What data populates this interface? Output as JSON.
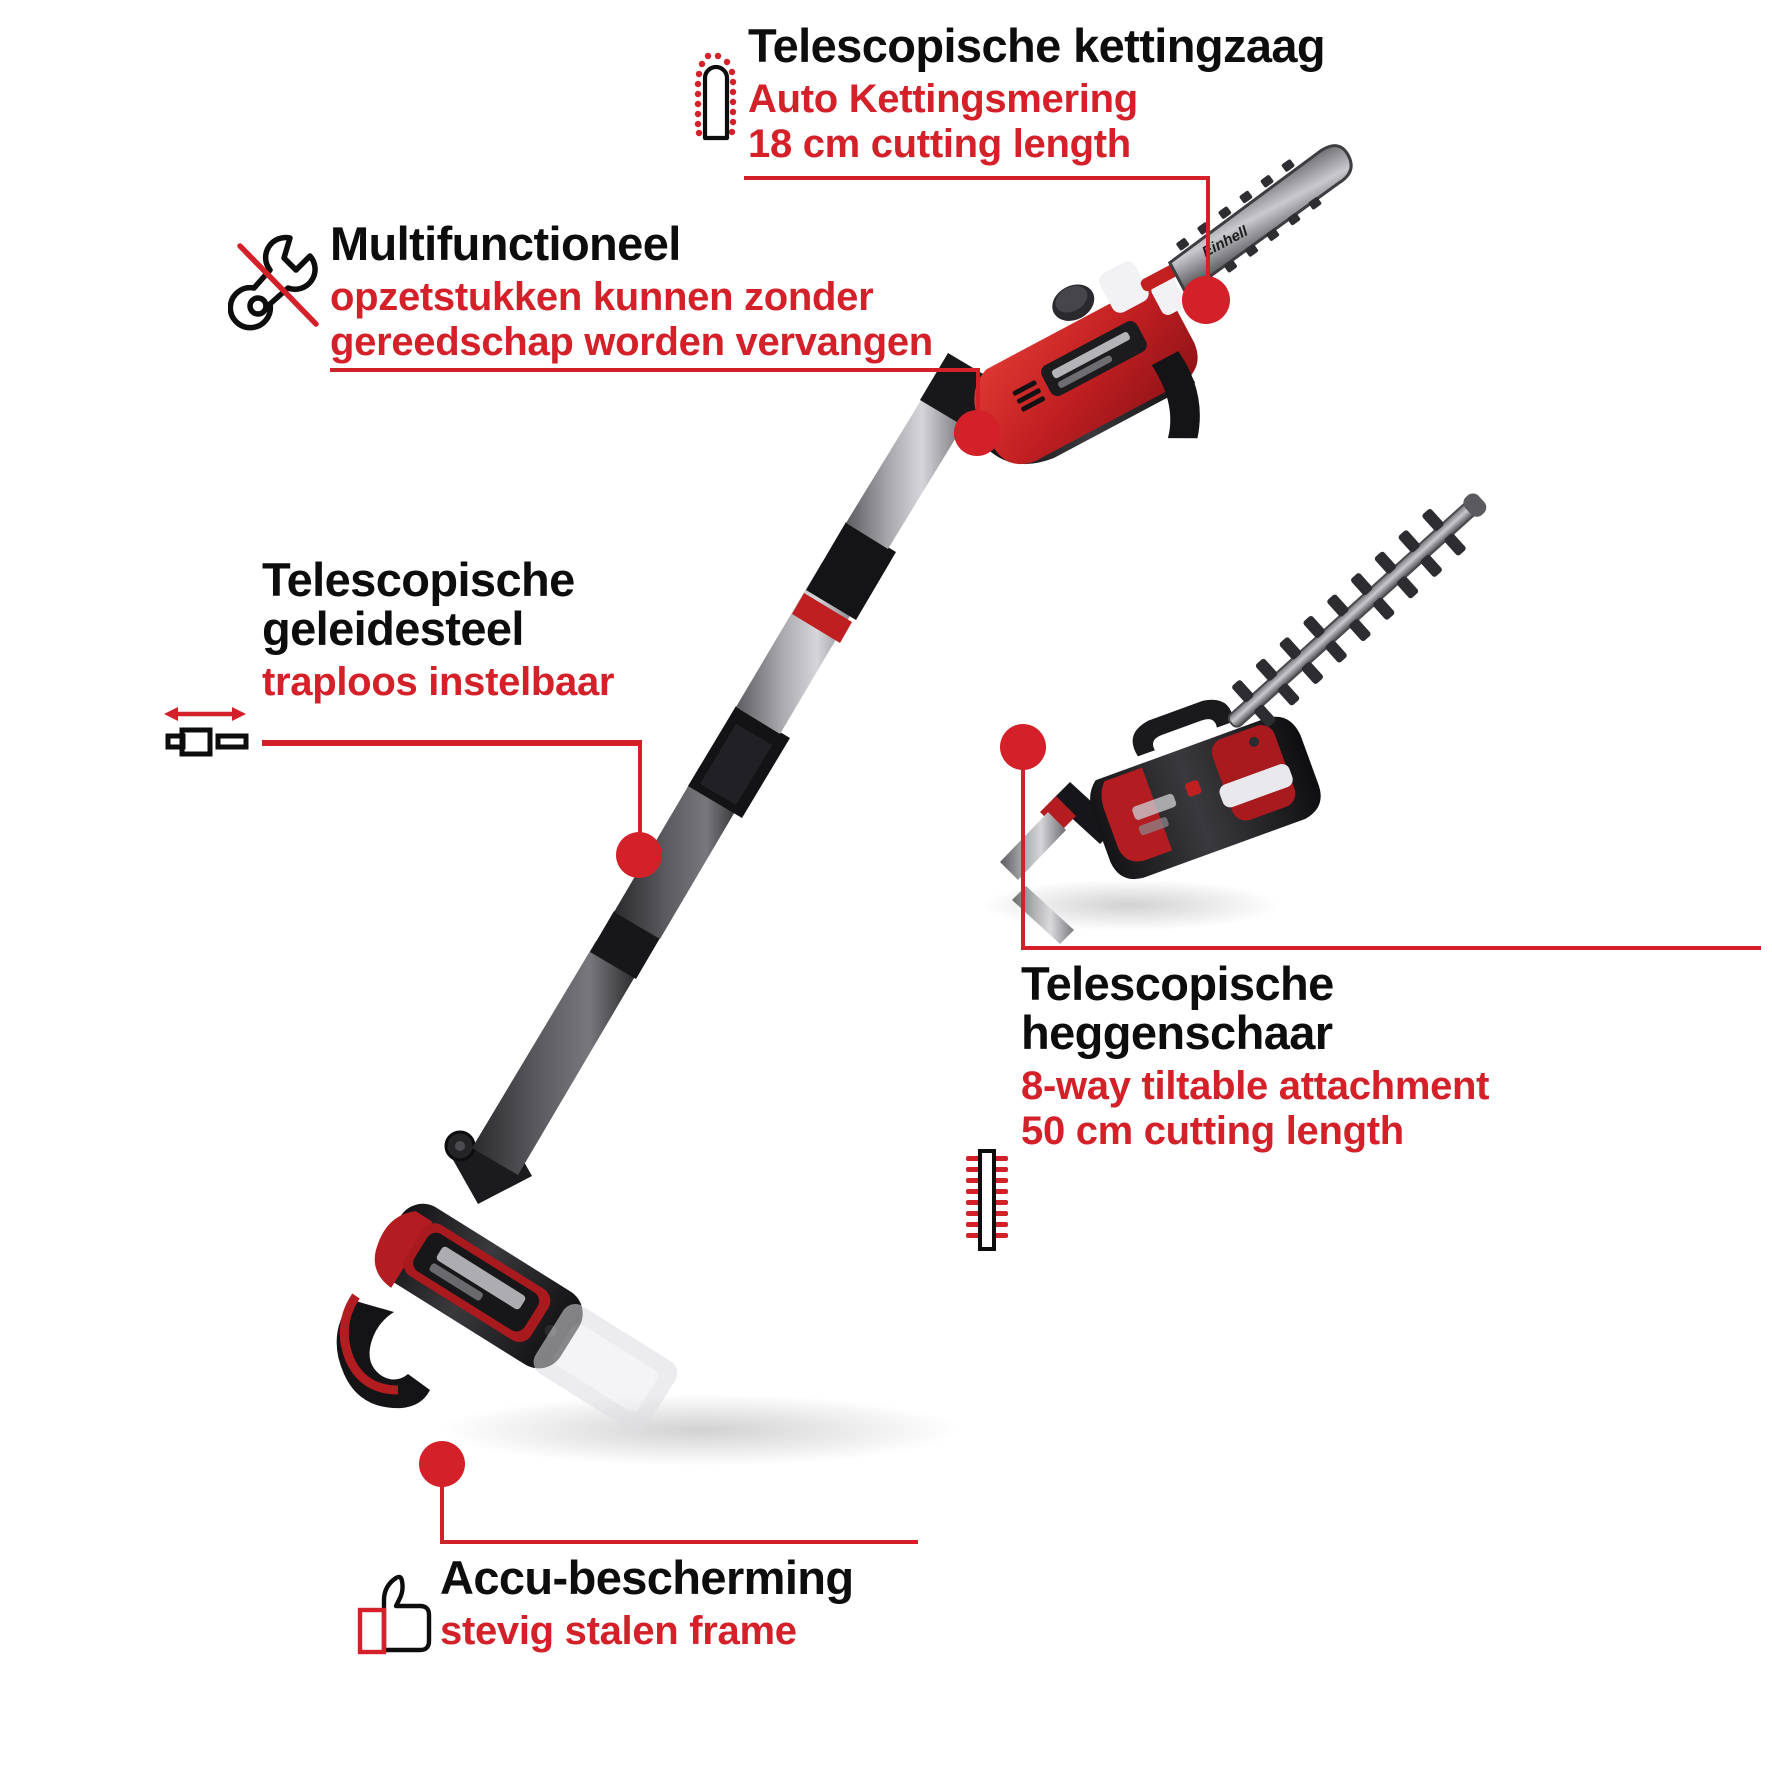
{
  "brand": {
    "name": "Einhell",
    "accent_red": "#d32029",
    "text_black": "#0d0d0d",
    "background": "#ffffff"
  },
  "product": {
    "type": "cordless telescopic pole saw and hedge trimmer combo",
    "visible_logo": "Einhell"
  },
  "callouts": [
    {
      "id": "chainsaw",
      "icon": "chainsaw-bar-icon",
      "title": "Telescopische kettingzaag",
      "sub_lines": [
        "Auto Kettingsmering",
        "18 cm cutting length"
      ],
      "sub": "Auto Kettingsmering\n18 cm cutting length"
    },
    {
      "id": "multifunction",
      "icon": "wrench-crossed-out-icon",
      "title": "Multifunctioneel",
      "sub_lines": [
        "opzetstukken kunnen zonder",
        "gereedschap worden vervangen"
      ],
      "sub": "opzetstukken kunnen zonder\ngereedschap worden vervangen"
    },
    {
      "id": "telescopic-pole",
      "icon": "telescopic-arrow-icon",
      "title": "Telescopische\ngeleidesteel",
      "title_lines": [
        "Telescopische",
        "geleidesteel"
      ],
      "sub_lines": [
        "traploos instelbaar"
      ],
      "sub": "traploos instelbaar"
    },
    {
      "id": "hedge-trimmer",
      "icon": "hedge-blade-icon",
      "title": "Telescopische\nheggenschaar",
      "title_lines": [
        "Telescopische",
        "heggenschaar"
      ],
      "sub_lines": [
        "8-way tiltable attachment",
        "50 cm cutting length"
      ],
      "sub": "8-way tiltable attachment\n50 cm cutting length"
    },
    {
      "id": "battery-protection",
      "icon": "thumbs-up-battery-icon",
      "title": "Accu-bescherming",
      "sub_lines": [
        "stevig stalen frame"
      ],
      "sub": "stevig stalen frame"
    }
  ]
}
